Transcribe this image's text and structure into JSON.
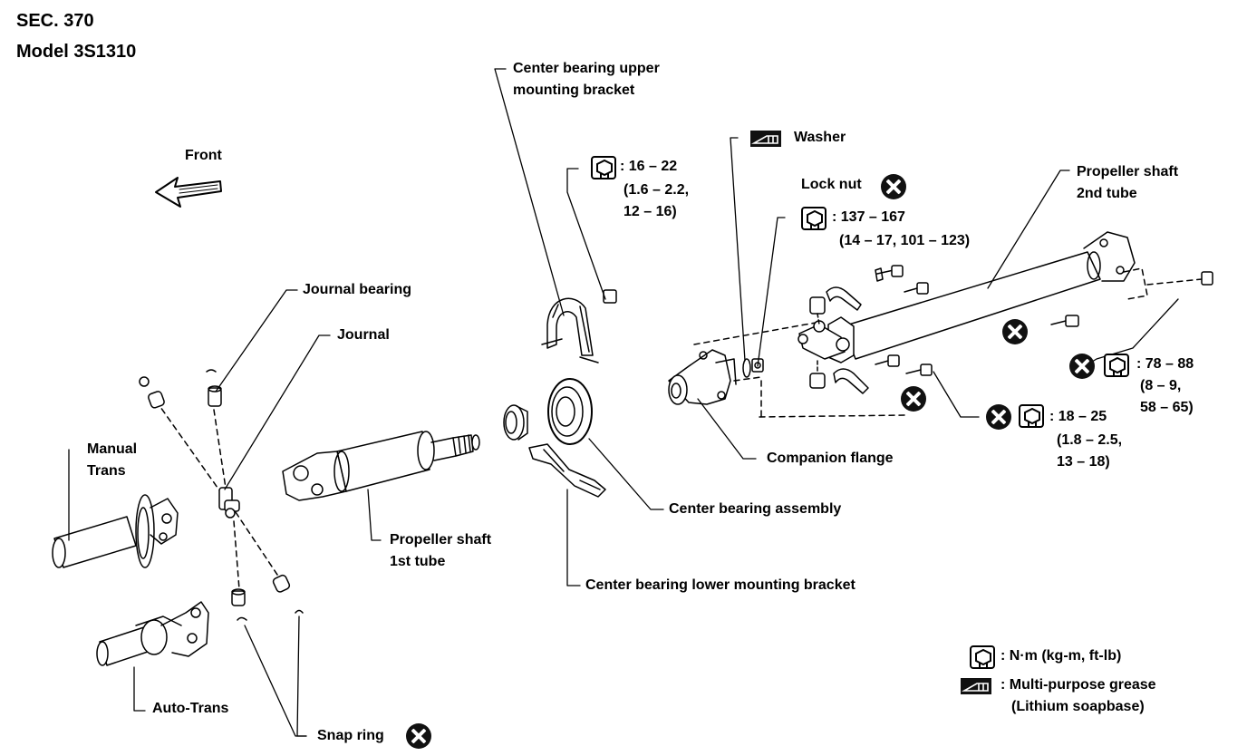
{
  "header": {
    "sec": "SEC. 370",
    "model": "Model 3S1310"
  },
  "labels": {
    "front": "Front",
    "center_bearing_upper_l1": "Center bearing upper",
    "center_bearing_upper_l2": "mounting bracket",
    "washer": "Washer",
    "lock_nut": "Lock nut",
    "prop_2nd_l1": "Propeller shaft",
    "prop_2nd_l2": "2nd tube",
    "journal_bearing": "Journal bearing",
    "journal": "Journal",
    "manual_trans_l1": "Manual",
    "manual_trans_l2": "Trans",
    "prop_1st_l1": "Propeller shaft",
    "prop_1st_l2": "1st tube",
    "companion_flange": "Companion flange",
    "center_bearing_assembly": "Center bearing assembly",
    "center_bearing_lower": "Center bearing lower mounting bracket",
    "auto_trans": "Auto-Trans",
    "snap_ring": "Snap ring"
  },
  "torques": {
    "t1_l1": ": 16 – 22",
    "t1_l2": "(1.6 – 2.2,",
    "t1_l3": "12 – 16)",
    "t2_l1": ": 137 – 167",
    "t2_l2": "(14 – 17, 101 – 123)",
    "t3_l1": ": 78 – 88",
    "t3_l2": "(8 – 9,",
    "t3_l3": "58 – 65)",
    "t4_l1": ": 18 – 25",
    "t4_l2": "(1.8 – 2.5,",
    "t4_l3": "13 – 18)"
  },
  "legend": {
    "torque_unit": ": N·m (kg-m, ft-lb)",
    "grease_l1": ": Multi-purpose grease",
    "grease_l2": "(Lithium soapbase)"
  },
  "icons": [
    "torque-wrench-icon",
    "grease-icon",
    "replace-x-icon",
    "front-arrow-icon"
  ]
}
